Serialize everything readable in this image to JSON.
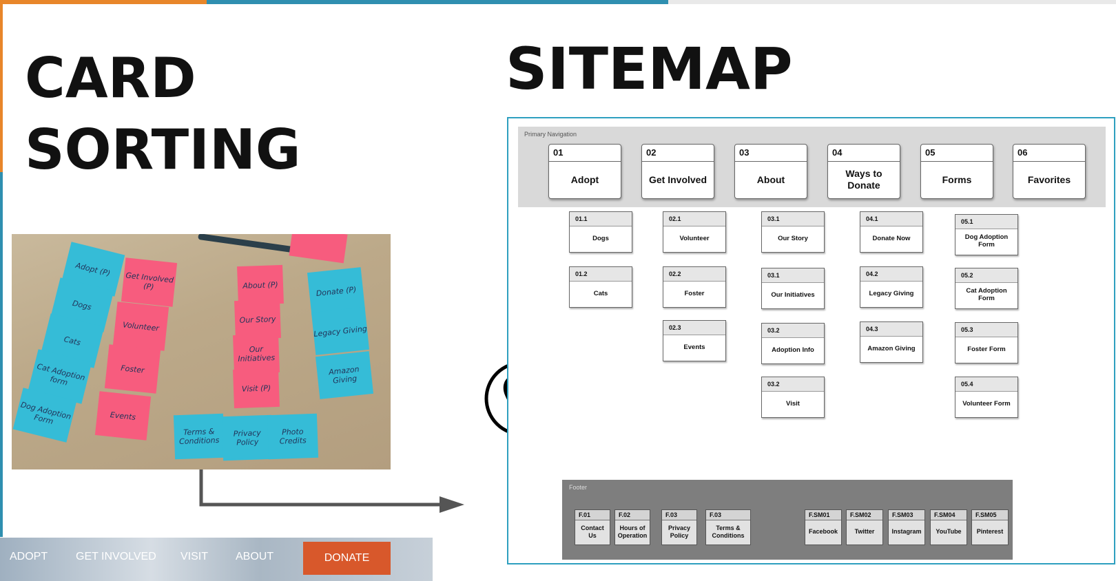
{
  "titles": {
    "card_sorting": "CARD SORTING",
    "sitemap": "SITEMAP"
  },
  "photo": {
    "col1": [
      "Adopt (P)",
      "Dogs",
      "Cats",
      "Cat Adoption form",
      "Dog Adoption Form"
    ],
    "col2": [
      "Get Involved (P)",
      "Volunteer",
      "Foster",
      "Events"
    ],
    "col3": [
      "About (P)",
      "Our Story",
      "Our Initiatives",
      "Visit (P)"
    ],
    "col4": [
      "Donate (P)",
      "Legacy Giving",
      "Amazon Giving"
    ],
    "bottom": [
      "Terms & Conditions",
      "Privacy Policy",
      "Photo Credits"
    ]
  },
  "nav": {
    "items": [
      "ADOPT",
      "GET INVOLVED",
      "VISIT",
      "ABOUT"
    ],
    "donate": "DONATE"
  },
  "sitemap": {
    "primary_label": "Primary Navigation",
    "primary": [
      {
        "num": "01",
        "label": "Adopt"
      },
      {
        "num": "02",
        "label": "Get Involved"
      },
      {
        "num": "03",
        "label": "About"
      },
      {
        "num": "04",
        "label": "Ways to Donate"
      },
      {
        "num": "05",
        "label": "Forms"
      },
      {
        "num": "06",
        "label": "Favorites"
      }
    ],
    "children": [
      [
        {
          "num": "01.1",
          "label": "Dogs"
        },
        {
          "num": "01.2",
          "label": "Cats"
        }
      ],
      [
        {
          "num": "02.1",
          "label": "Volunteer"
        },
        {
          "num": "02.2",
          "label": "Foster"
        },
        {
          "num": "02.3",
          "label": "Events"
        }
      ],
      [
        {
          "num": "03.1",
          "label": "Our Story"
        },
        {
          "num": "03.1",
          "label": "Our Initiatives"
        },
        {
          "num": "03.2",
          "label": "Adoption Info"
        },
        {
          "num": "03.2",
          "label": "Visit"
        }
      ],
      [
        {
          "num": "04.1",
          "label": "Donate Now"
        },
        {
          "num": "04.2",
          "label": "Legacy Giving"
        },
        {
          "num": "04.3",
          "label": "Amazon Giving"
        }
      ],
      [
        {
          "num": "05.1",
          "label": "Dog Adoption Form"
        },
        {
          "num": "05.2",
          "label": "Cat Adoption Form"
        },
        {
          "num": "05.3",
          "label": "Foster Form"
        },
        {
          "num": "05.4",
          "label": "Volunteer Form"
        }
      ]
    ],
    "footer_label": "Footer",
    "footer": [
      {
        "num": "F.01",
        "label": "Contact Us"
      },
      {
        "num": "F.02",
        "label": "Hours of Operation"
      },
      {
        "num": "F.03",
        "label": "Privacy Policy"
      },
      {
        "num": "F.03",
        "label": "Terms & Conditions"
      }
    ],
    "social": [
      {
        "num": "F.SM01",
        "label": "Facebook"
      },
      {
        "num": "F.SM02",
        "label": "Twitter"
      },
      {
        "num": "F.SM03",
        "label": "Instagram"
      },
      {
        "num": "F.SM04",
        "label": "YouTube"
      },
      {
        "num": "F.SM05",
        "label": "Pinterest"
      }
    ]
  },
  "colors": {
    "accent_blue": "#2d9fbf",
    "connector": "#26c6e8",
    "orange": "#e8862a",
    "donate": "#d8582b"
  },
  "icons": [
    "phone-icon"
  ]
}
